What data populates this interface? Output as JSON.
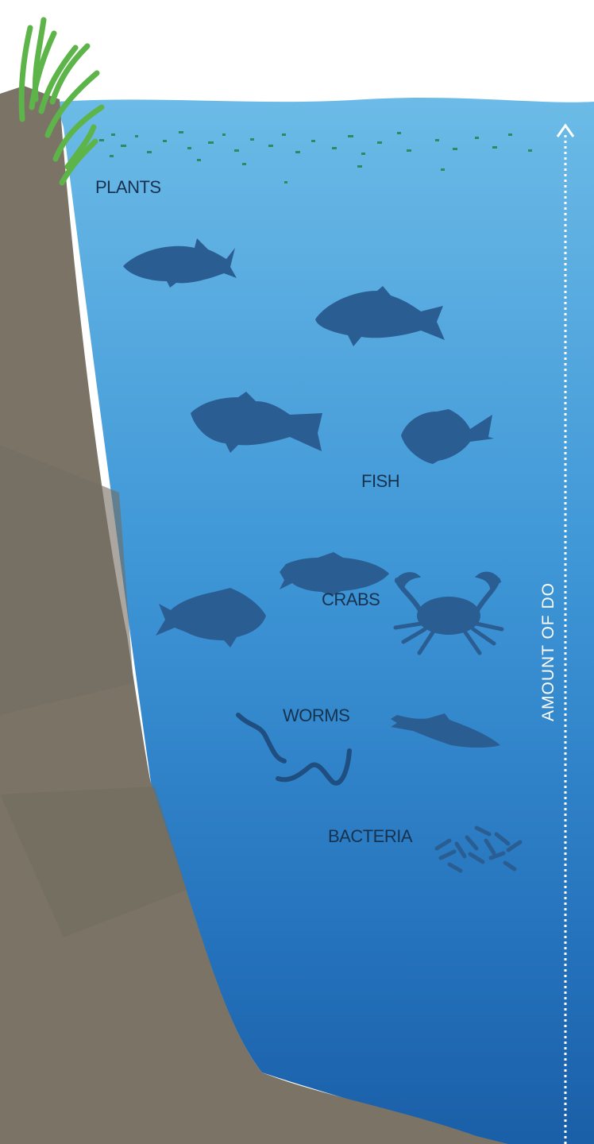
{
  "labels": {
    "plants": "PLANTS",
    "fish": "FISH",
    "crabs": "CRABS",
    "worms": "WORMS",
    "bacteria": "BACTERIA"
  },
  "axis": {
    "label": "AMOUNT OF DO"
  },
  "colors": {
    "water_top": "#6ab9e6",
    "water_bottom": "#1c63ad",
    "rock": "#7b7466",
    "grass": "#5db54a",
    "silhouette": "#2a5d92",
    "label_text": "#17324f"
  }
}
